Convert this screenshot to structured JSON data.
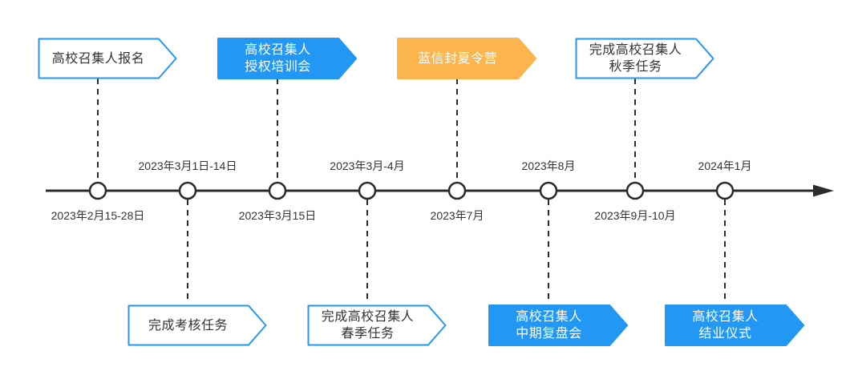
{
  "diagram_type": "timeline",
  "colors": {
    "blue": "#2297f3",
    "orange": "#fbb44e",
    "line": "#2b2b2b",
    "text": "#333333",
    "box_fill_white": "#ffffff"
  },
  "events": [
    {
      "label": "高校召集人报名",
      "date": "2023年2月15-28日",
      "variant": "outline",
      "side": "top"
    },
    {
      "label": "完成考核任务",
      "date": "2023年3月1日-14日",
      "variant": "outline",
      "side": "bottom"
    },
    {
      "label": "高校召集人\n授权培训会",
      "date": "2023年3月15日",
      "variant": "blue",
      "side": "top"
    },
    {
      "label": "完成高校召集人\n春季任务",
      "date": "2023年3月-4月",
      "variant": "outline",
      "side": "bottom"
    },
    {
      "label": "蓝信封夏令营",
      "date": "2023年7月",
      "variant": "orange",
      "side": "top"
    },
    {
      "label": "高校召集人\n中期复盘会",
      "date": "2023年8月",
      "variant": "blue",
      "side": "bottom"
    },
    {
      "label": "完成高校召集人\n秋季任务",
      "date": "2023年9月-10月",
      "variant": "outline",
      "side": "top"
    },
    {
      "label": "高校召集人\n结业仪式",
      "date": "2024年1月",
      "variant": "blue",
      "side": "bottom"
    }
  ]
}
